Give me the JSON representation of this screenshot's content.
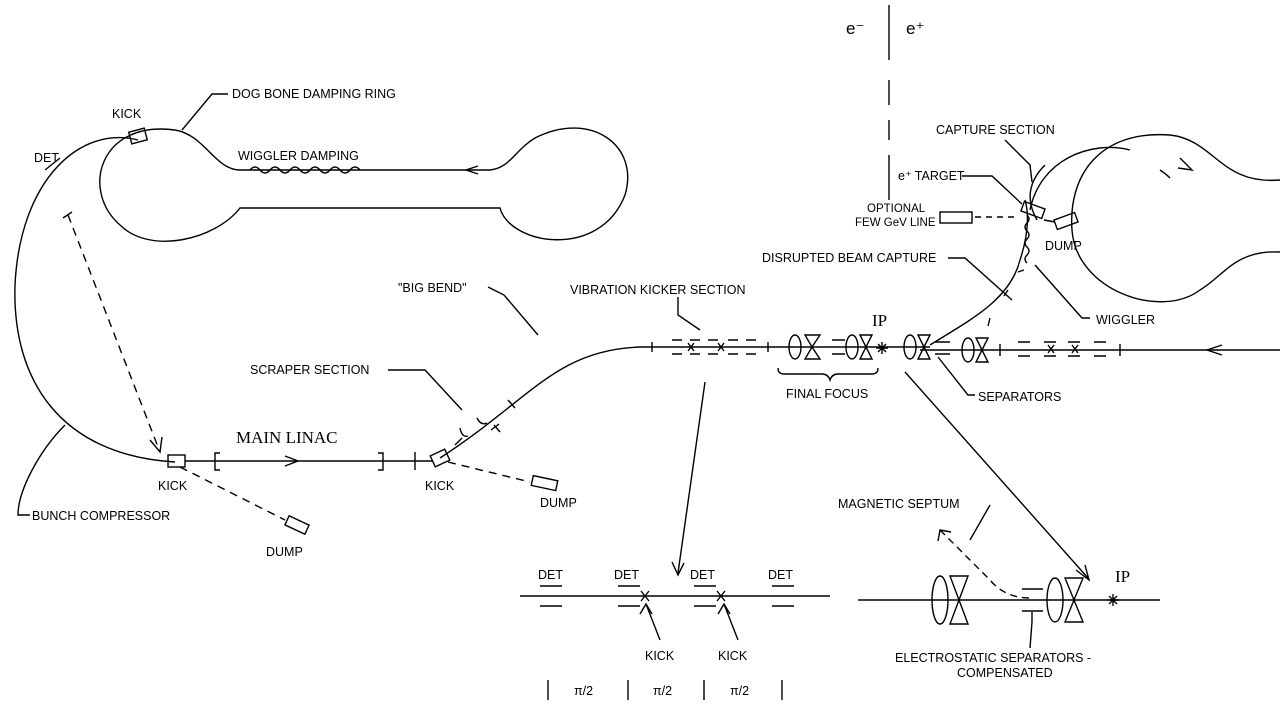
{
  "labels": {
    "e_minus": "e⁻",
    "e_plus": "e⁺",
    "kick_top": "KICK",
    "dog_bone": "DOG BONE DAMPING RING",
    "det_left": "DET",
    "wiggler_damping": "WIGGLER DAMPING",
    "capture_section": "CAPTURE SECTION",
    "e_target": "e⁺ TARGET",
    "optional_line_1": "OPTIONAL",
    "optional_line_2": "FEW GeV LINE",
    "dump_right": "DUMP",
    "disrupted_beam": "DISRUPTED BEAM CAPTURE",
    "big_bend": "\"BIG BEND\"",
    "vibration_kicker": "VIBRATION KICKER SECTION",
    "ip_top": "IP",
    "wiggler": "WIGGLER",
    "scraper_section": "SCRAPER SECTION",
    "final_focus": "FINAL FOCUS",
    "separators": "SEPARATORS",
    "main_linac": "MAIN LINAC",
    "kick_left": "KICK",
    "kick_mid": "KICK",
    "dump_mid": "DUMP",
    "bunch_compressor": "BUNCH COMPRESSOR",
    "dump_left": "DUMP",
    "magnetic_septum": "MAGNETIC SEPTUM",
    "ip_bottom": "IP",
    "det_1": "DET",
    "det_2": "DET",
    "det_3": "DET",
    "det_4": "DET",
    "kick_b1": "KICK",
    "kick_b2": "KICK",
    "phase_1": "π/2",
    "phase_2": "π/2",
    "phase_3": "π/2",
    "electrostatic_1": "ELECTROSTATIC SEPARATORS -",
    "electrostatic_2": "COMPENSATED"
  },
  "colors": {
    "ink": "#000000",
    "paper": "#ffffff"
  }
}
